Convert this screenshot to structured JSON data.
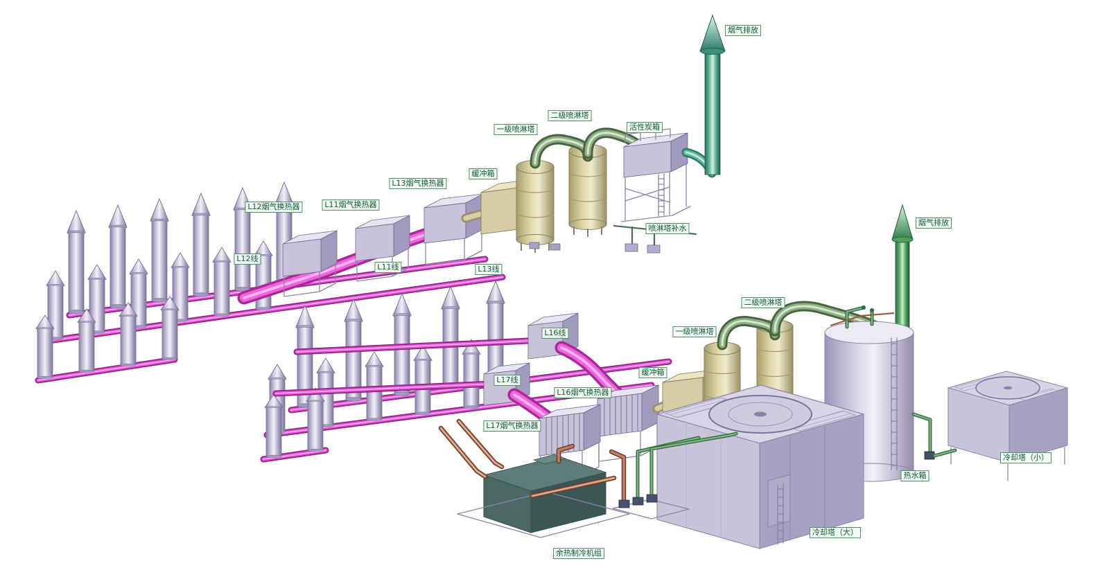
{
  "colors": {
    "background": "#ffffff",
    "pipe_magenta": "#e055d0",
    "duct_pink": "#ef64de",
    "duct_green": "#8fae85",
    "chimney_teal": "#66b89e",
    "chimney_green": "#66b274",
    "pipe_copper": "#bd8064",
    "equipment_lavender": "#c9c4da",
    "tower_yellow": "#e4dcae",
    "chiller_dark_teal": "#4a6764",
    "label_text": "#0c5a38",
    "label_border": "#4d9166",
    "label_bg": "#f3faf2"
  },
  "labels": [
    {
      "id": "flue-gas-emission-left",
      "text": "烟气排放"
    },
    {
      "id": "stage1-spray-tower-1",
      "text": "一级喷淋塔"
    },
    {
      "id": "stage2-spray-tower-1",
      "text": "二级喷淋塔"
    },
    {
      "id": "activated-carbon-box",
      "text": "活性炭箱"
    },
    {
      "id": "buffer-box-1",
      "text": "缓冲箱"
    },
    {
      "id": "l13-heat-exchanger",
      "text": "L13烟气换热器"
    },
    {
      "id": "l11-heat-exchanger",
      "text": "L11烟气换热器"
    },
    {
      "id": "l12-heat-exchanger",
      "text": "L12烟气换热器"
    },
    {
      "id": "l12-line",
      "text": "L12线"
    },
    {
      "id": "l11-line",
      "text": "L11线"
    },
    {
      "id": "l13-line",
      "text": "L13线"
    },
    {
      "id": "spray-tower-makeup-water",
      "text": "喷淋塔补水"
    },
    {
      "id": "flue-gas-emission-right",
      "text": "烟气排放"
    },
    {
      "id": "l16-line",
      "text": "L16线"
    },
    {
      "id": "l17-line",
      "text": "L17线"
    },
    {
      "id": "l16-heat-exchanger",
      "text": "L16烟气换热器"
    },
    {
      "id": "l17-heat-exchanger",
      "text": "L17烟气换热器"
    },
    {
      "id": "stage1-spray-tower-2",
      "text": "一级喷淋塔"
    },
    {
      "id": "stage2-spray-tower-2",
      "text": "二级喷淋塔"
    },
    {
      "id": "buffer-box-2",
      "text": "缓冲箱"
    },
    {
      "id": "hot-water-tank",
      "text": "热水箱"
    },
    {
      "id": "cooling-tower-large",
      "text": "冷却塔（大）"
    },
    {
      "id": "cooling-tower-small",
      "text": "冷却塔（小）"
    },
    {
      "id": "waste-heat-chiller-unit",
      "text": "余热制冷机组"
    }
  ]
}
